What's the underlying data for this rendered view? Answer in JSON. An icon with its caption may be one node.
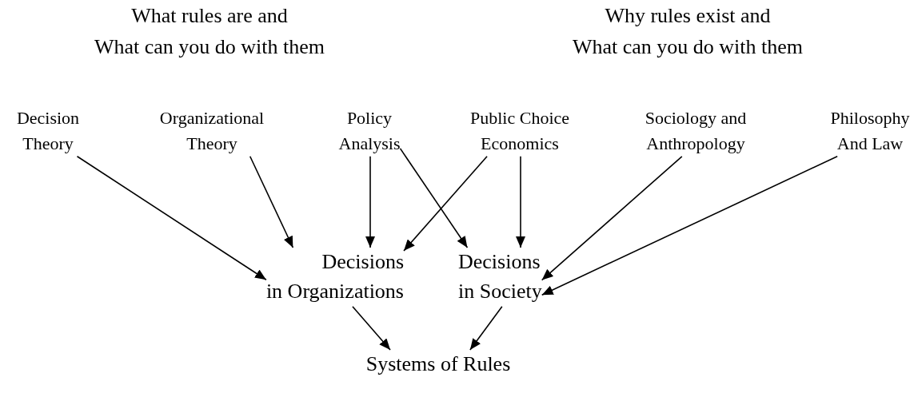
{
  "diagram": {
    "nodes": [
      {
        "text": [
          "Decision Theory"
        ]
      },
      {
        "text": [
          "Organizational Theory"
        ]
      },
      {
        "text": [
          "Policy Analysis"
        ]
      },
      {
        "text": [
          "Public Choice Economics"
        ]
      },
      {
        "text": [
          "Sociology and Anthropology"
        ]
      },
      {
        "text": [
          "Philosophy And Law"
        ]
      },
      {
        "text": [
          "Decisions in Organizations"
        ]
      },
      {
        "text": [
          "Decisions in Society"
        ]
      },
      {
        "text": [
          "Systems of Rules"
        ]
      }
    ],
    "edges": [
      {
        "from": 0,
        "to": 6,
        "arrow": "to"
      },
      {
        "from": 1,
        "to": 6,
        "arrow": "to"
      },
      {
        "from": 2,
        "to": 6,
        "arrow": "to"
      },
      {
        "from": 3,
        "to": 6,
        "arrow": "to"
      },
      {
        "from": 2,
        "to": 7,
        "arrow": "to"
      },
      {
        "from": 3,
        "to": 7,
        "arrow": "to"
      },
      {
        "from": 4,
        "to": 7,
        "arrow": "to"
      },
      {
        "from": 5,
        "to": 7,
        "arrow": "to"
      },
      {
        "from": 6,
        "to": 8,
        "arrow": "to"
      },
      {
        "from": 7,
        "to": 8,
        "arrow": "to"
      }
    ],
    "labels": [
      "What rules are and What can you do with them",
      "Why rules exist and What can you do with them"
    ]
  }
}
